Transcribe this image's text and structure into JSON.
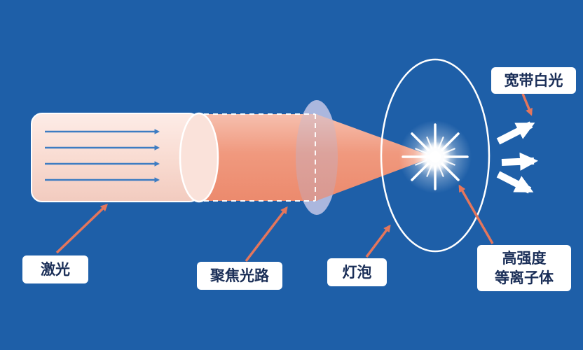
{
  "labels": {
    "laser": "激光",
    "focusing_path": "聚焦光路",
    "bulb": "灯泡",
    "plasma_line1": "高强度",
    "plasma_line2": "等离子体",
    "broadband_white_light": "宽带白光"
  },
  "colors": {
    "background": "#1e5fa8",
    "label_background": "#ffffff",
    "label_text": "#1b2f58",
    "pointer_arrow": "#e4765c",
    "beam_salmon": "#ef9377",
    "laser_cylinder_pink": "#f9dcd2",
    "lens_blue": "#a9b7dd",
    "beam_direction_arrows": "#3d7cc2",
    "light_arrows": "#ffffff",
    "bulb_outline": "#ffffff",
    "plasma_glow": "#ffffff"
  }
}
